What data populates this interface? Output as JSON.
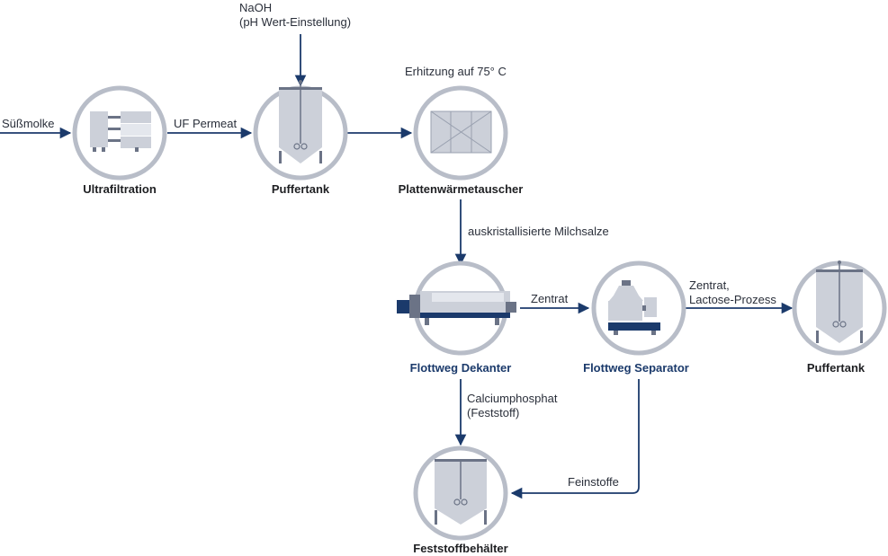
{
  "colors": {
    "flow": "#1b3a6b",
    "ring": "#b8bdc8",
    "equipment": "#ccd0d9",
    "brand_text": "#1b3a6b"
  },
  "nodes": {
    "ultrafiltration": {
      "label": "Ultrafiltration",
      "icon": "ultrafiltration-icon"
    },
    "puffertank_1": {
      "label": "Puffertank",
      "icon": "tank-agitator-icon"
    },
    "plate_heat_exchanger": {
      "label": "Plattenwärmetauscher",
      "icon": "plate-heat-exchanger-icon"
    },
    "decanter": {
      "label": "Flottweg Dekanter",
      "icon": "decanter-icon"
    },
    "separator": {
      "label": "Flottweg Separator",
      "icon": "separator-icon"
    },
    "puffertank_2": {
      "label": "Puffertank",
      "icon": "tank-agitator-icon"
    },
    "solids_container": {
      "label": "Feststoffbehälter",
      "icon": "tank-agitator-icon"
    }
  },
  "flows": {
    "input": "Süßmolke",
    "uf_permeate": "UF Permeat",
    "naoh_line1": "NaOH",
    "naoh_line2": "(pH Wert-Einstellung)",
    "heating": "Erhitzung auf 75° C",
    "crystallized": "auskristallisierte Milchsalze",
    "centrate": "Zentrat",
    "centrate_lactose_line1": "Zentrat,",
    "centrate_lactose_line2": "Lactose-Prozess",
    "calcium_line1": "Calciumphosphat",
    "calcium_line2": "(Feststoff)",
    "fines": "Feinstoffe"
  }
}
